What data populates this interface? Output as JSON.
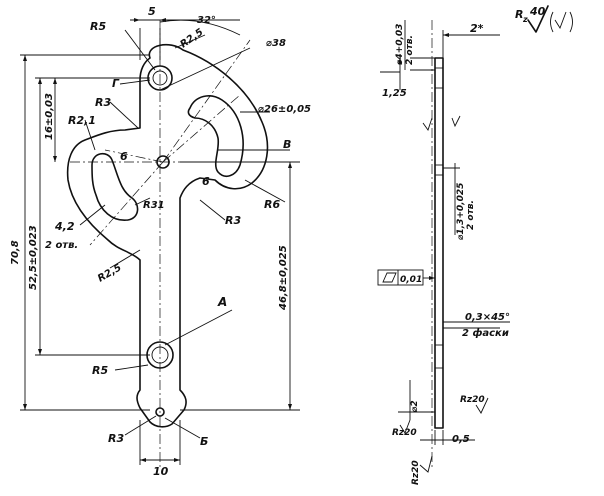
{
  "surface_roughness": {
    "value": "40",
    "prefix": "R",
    "sub": "z"
  },
  "front_view": {
    "dims": {
      "top_5": "5",
      "angle_32": "32°",
      "r5_top": "R5",
      "r25_top": "R2,5",
      "dia38": "⌀38",
      "gamma": "Г",
      "r3_upper": "R3",
      "r21": "R2,1",
      "dim16": "16±0,03",
      "dia26": "⌀26±0,05",
      "b_label": "В",
      "six_left": "6",
      "six_right": "6",
      "r6": "R6",
      "r31": "R31",
      "r3_mid": "R3",
      "dim42": "4,2",
      "dim42_sub": "2 отв.",
      "dim525": "52,5±0,023",
      "dim708": "70,8",
      "r25_low": "R2,5",
      "dim468": "46,8±0,025",
      "a_label": "А",
      "r5_low": "R5",
      "r3_low": "R3",
      "be_label": "Б",
      "dim10": "10"
    }
  },
  "side_view": {
    "dims": {
      "d4": "⌀4+0,03",
      "d4_sub": "2 отв.",
      "two_star": "2*",
      "dim125": "1,25",
      "d13": "⌀1,3+0,025",
      "d13_sub": "2 отв.",
      "flat_tol": "0,01",
      "chamfer": "0,3×45°",
      "chamfer_sub": "2 фаски",
      "d2": "⌀2",
      "rz20_a": "Rz20",
      "rz20_b": "Rz20",
      "rz20_c": "Rz20",
      "dim05": "0,5"
    }
  }
}
